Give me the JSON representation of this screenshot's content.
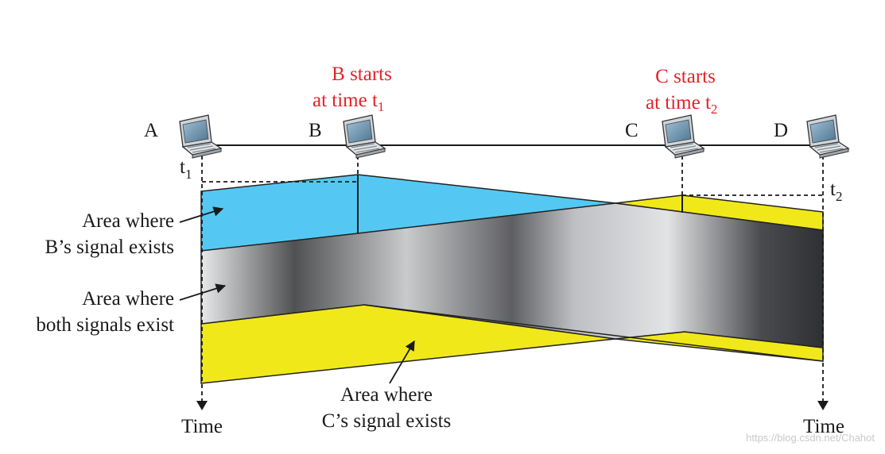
{
  "stations": [
    {
      "label": "A"
    },
    {
      "label": "B"
    },
    {
      "label": "C"
    },
    {
      "label": "D"
    }
  ],
  "start_b": {
    "line1": "B starts",
    "line2": "at time t",
    "sub": "1"
  },
  "start_c": {
    "line1": "C starts",
    "line2": "at time t",
    "sub": "2"
  },
  "t1": {
    "main": "t",
    "sub": "1"
  },
  "t2": {
    "main": "t",
    "sub": "2"
  },
  "area_b": {
    "line1": "Area where",
    "line2": "B’s signal exists"
  },
  "area_both": {
    "line1": "Area where",
    "line2": "both signals exist"
  },
  "area_c": {
    "line1": "Area where",
    "line2": "C’s signal exists"
  },
  "time_left": "Time",
  "time_right": "Time",
  "watermark": "https://blog.csdn.net/Chahot",
  "colors": {
    "b_signal": "#54c8f3",
    "c_signal": "#f1e81a",
    "overlap_dark": "#3c3c3f",
    "overlap_light": "#dcdde0",
    "annotation": "#e5222b"
  }
}
